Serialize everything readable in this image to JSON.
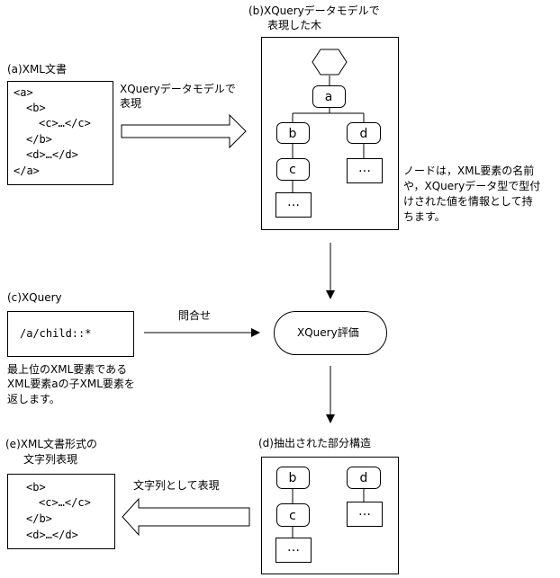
{
  "panel_a": {
    "title": "(a)XML文書",
    "lines": [
      "<a>",
      "<b>",
      "<c>…</c>",
      "</b>",
      "<d>…</d>",
      "</a>"
    ]
  },
  "arrow_a_label": [
    "XQueryデータモデルで",
    "表現"
  ],
  "panel_b": {
    "title": [
      "(b)XQueryデータモデルで",
      "表現した木"
    ],
    "nodes": {
      "a": "a",
      "b": "b",
      "c": "c",
      "d": "d",
      "leaf_c": "…",
      "leaf_d": "…"
    }
  },
  "note_b": [
    "ノードは，XML要素の名前",
    "や，XQueryデータ型で型付",
    "けされた値を情報として持",
    "ちます。"
  ],
  "panel_c": {
    "title": "(c)XQuery",
    "query": "/a/child::*",
    "note": [
      "最上位のXML要素である",
      "XML要素aの子XML要素を",
      "返します。"
    ]
  },
  "arrow_c_label": "問合せ",
  "eval_label": "XQuery評価",
  "panel_d": {
    "title": "(d)抽出された部分構造",
    "nodes": {
      "b": "b",
      "c": "c",
      "d": "d",
      "leaf_c": "…",
      "leaf_d": "…"
    }
  },
  "arrow_e_label": "文字列として表現",
  "panel_e": {
    "title": [
      "(e)XML文書形式の",
      "文字列表現"
    ],
    "lines": [
      "<b>",
      "<c>…</c>",
      "</b>",
      "<d>…</d>"
    ]
  }
}
